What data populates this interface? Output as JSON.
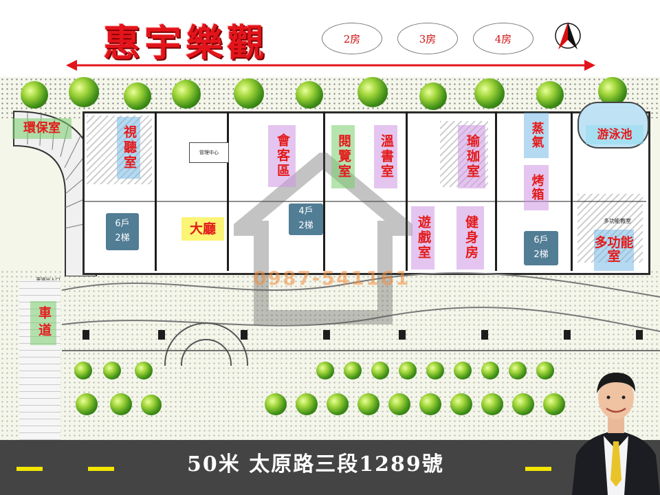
{
  "header": {
    "title": "惠宇樂觀",
    "room_types": [
      "2房",
      "3房",
      "4房"
    ],
    "colors": {
      "title": "#e3141b",
      "pill_border": "#7a7a7a",
      "pill_text": "#d01010"
    }
  },
  "plan": {
    "rooms": {
      "env": "環保室",
      "theater": "視聽室",
      "lounge": "會客區",
      "reading": "閱覽室",
      "study": "溫書室",
      "yoga": "瑜珈室",
      "steam": "蒸氣",
      "sauna": "烤箱",
      "pool": "游泳池",
      "lobby": "大廳",
      "game": "遊戲室",
      "gym": "健身房",
      "multi": "多功能室",
      "driveway": "車道"
    },
    "elevators": [
      {
        "units": "6戶",
        "lifts": "2梯"
      },
      {
        "units": "4戶",
        "lifts": "2梯"
      },
      {
        "units": "6戶",
        "lifts": "2梯"
      }
    ],
    "small_text": {
      "mgmt_center": "管理中心",
      "multi_room_small": "多功能教室",
      "entrance": "車道出入口"
    },
    "watermark_phone": "0987-541161"
  },
  "footer": {
    "address_prefix": "50米  太原路三段",
    "address_number": "1289",
    "address_suffix": "號",
    "colors": {
      "bar": "#444444",
      "dash": "#f3e600",
      "text": "#ffffff"
    }
  }
}
